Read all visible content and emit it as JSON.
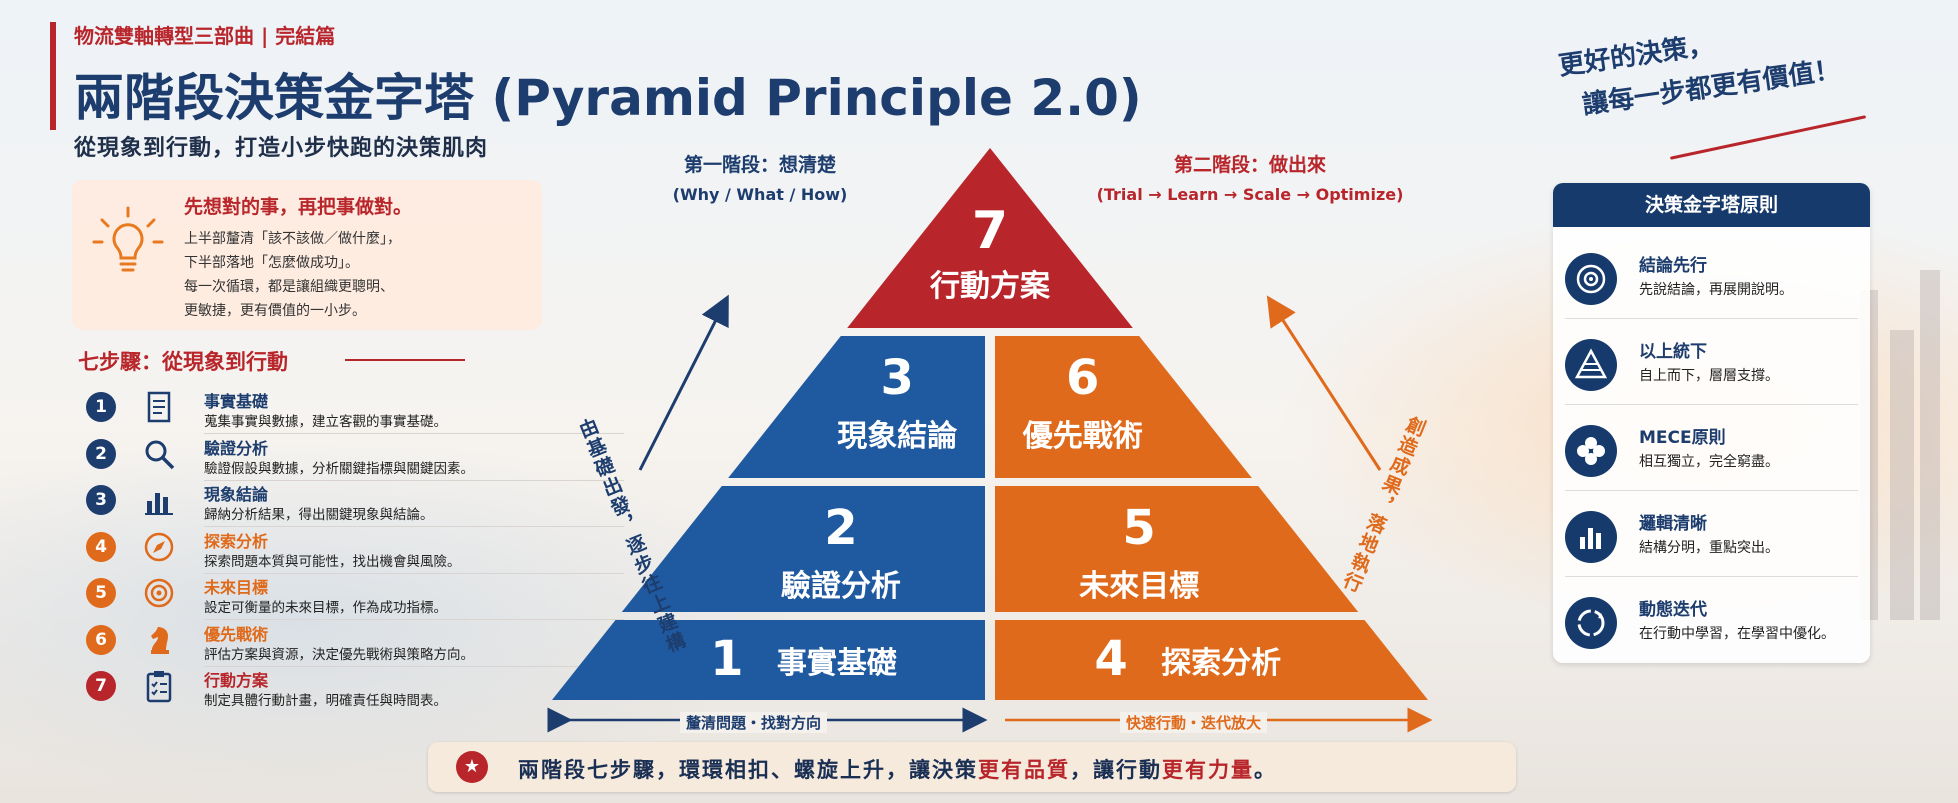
{
  "header": {
    "kicker": "物流雙軸轉型三部曲 | 完結篇",
    "title": "兩階段決策金字塔 (Pyramid Principle 2.0)",
    "subtitle": "從現象到行動，打造小步快跑的決策肌肉"
  },
  "tip": {
    "icon": "lightbulb-icon",
    "title": "先想對的事，再把事做對。",
    "lines": [
      "上半部釐清「該不該做／做什麼」，",
      "下半部落地「怎麼做成功」。",
      "每一次循環，都是讓組織更聰明、",
      "更敏捷，更有價值的一小步。"
    ]
  },
  "steps": {
    "heading": "七步驟：從現象到行動",
    "items": [
      {
        "num": "1",
        "name": "事實基礎",
        "desc": "蒐集事實與數據，建立客觀的事實基礎。",
        "color": "#1d3d6e",
        "icon": "document-icon"
      },
      {
        "num": "2",
        "name": "驗證分析",
        "desc": "驗證假設與數據，分析關鍵指標與關鍵因素。",
        "color": "#1d3d6e",
        "icon": "search-icon"
      },
      {
        "num": "3",
        "name": "現象結論",
        "desc": "歸納分析結果，得出關鍵現象與結論。",
        "color": "#1d3d6e",
        "icon": "bar-chart-icon"
      },
      {
        "num": "4",
        "name": "探索分析",
        "desc": "探索問題本質與可能性，找出機會與風險。",
        "color": "#e06a1b",
        "icon": "compass-icon"
      },
      {
        "num": "5",
        "name": "未來目標",
        "desc": "設定可衡量的未來目標，作為成功指標。",
        "color": "#e06a1b",
        "icon": "target-icon"
      },
      {
        "num": "6",
        "name": "優先戰術",
        "desc": "評估方案與資源，決定優先戰術與策略方向。",
        "color": "#e06a1b",
        "icon": "chess-knight-icon"
      },
      {
        "num": "7",
        "name": "行動方案",
        "desc": "制定具體行動計畫，明確責任與時間表。",
        "color": "#b8262b",
        "icon": "clipboard-checklist-icon"
      }
    ]
  },
  "stage1": {
    "title": "第一階段：想清楚",
    "sub": "(Why / What / How)",
    "color": "#1d3d6e"
  },
  "stage2": {
    "title": "第二階段：做出來",
    "sub": "(Trial → Learn → Scale → Optimize)",
    "color": "#b8262b"
  },
  "pyramid": {
    "top": {
      "num": "7",
      "label": "行動方案",
      "color": "#b8262b"
    },
    "left_blocks": [
      {
        "num": "3",
        "label": "現象結論"
      },
      {
        "num": "2",
        "label": "驗證分析"
      },
      {
        "num": "1",
        "label": "事實基礎"
      }
    ],
    "right_blocks": [
      {
        "num": "6",
        "label": "優先戰術"
      },
      {
        "num": "5",
        "label": "未來目標"
      },
      {
        "num": "4",
        "label": "探索分析"
      }
    ],
    "left_color": "#1f5aa0",
    "right_color": "#e06a1b",
    "left_arrow_text": "由基礎出發，逐步往上建構",
    "right_arrow_text": "創造成果，落地執行",
    "bottom_left_text": "釐清問題・找對方向",
    "bottom_right_text": "快速行動・迭代放大"
  },
  "banner": {
    "part1": "兩階段七步驟，環環相扣、螺旋上升，讓決策",
    "hl1": "更有品質",
    "part2": "，讓行動",
    "hl2": "更有力量",
    "part3": "。"
  },
  "slogan": {
    "line1": "更好的決策，",
    "line2": "讓每一步都更有價值！"
  },
  "principles": {
    "heading": "決策金字塔原則",
    "items": [
      {
        "title": "結論先行",
        "desc": "先說結論，再展開說明。",
        "icon": "target-icon"
      },
      {
        "title": "以上統下",
        "desc": "自上而下，層層支撐。",
        "icon": "pyramid-icon"
      },
      {
        "title": "MECE原則",
        "desc": "相互獨立，完全窮盡。",
        "icon": "quadrant-icon"
      },
      {
        "title": "邏輯清晰",
        "desc": "結構分明，重點突出。",
        "icon": "bar-chart-icon"
      },
      {
        "title": "動態迭代",
        "desc": "在行動中學習，在學習中優化。",
        "icon": "cycle-icon"
      }
    ]
  }
}
